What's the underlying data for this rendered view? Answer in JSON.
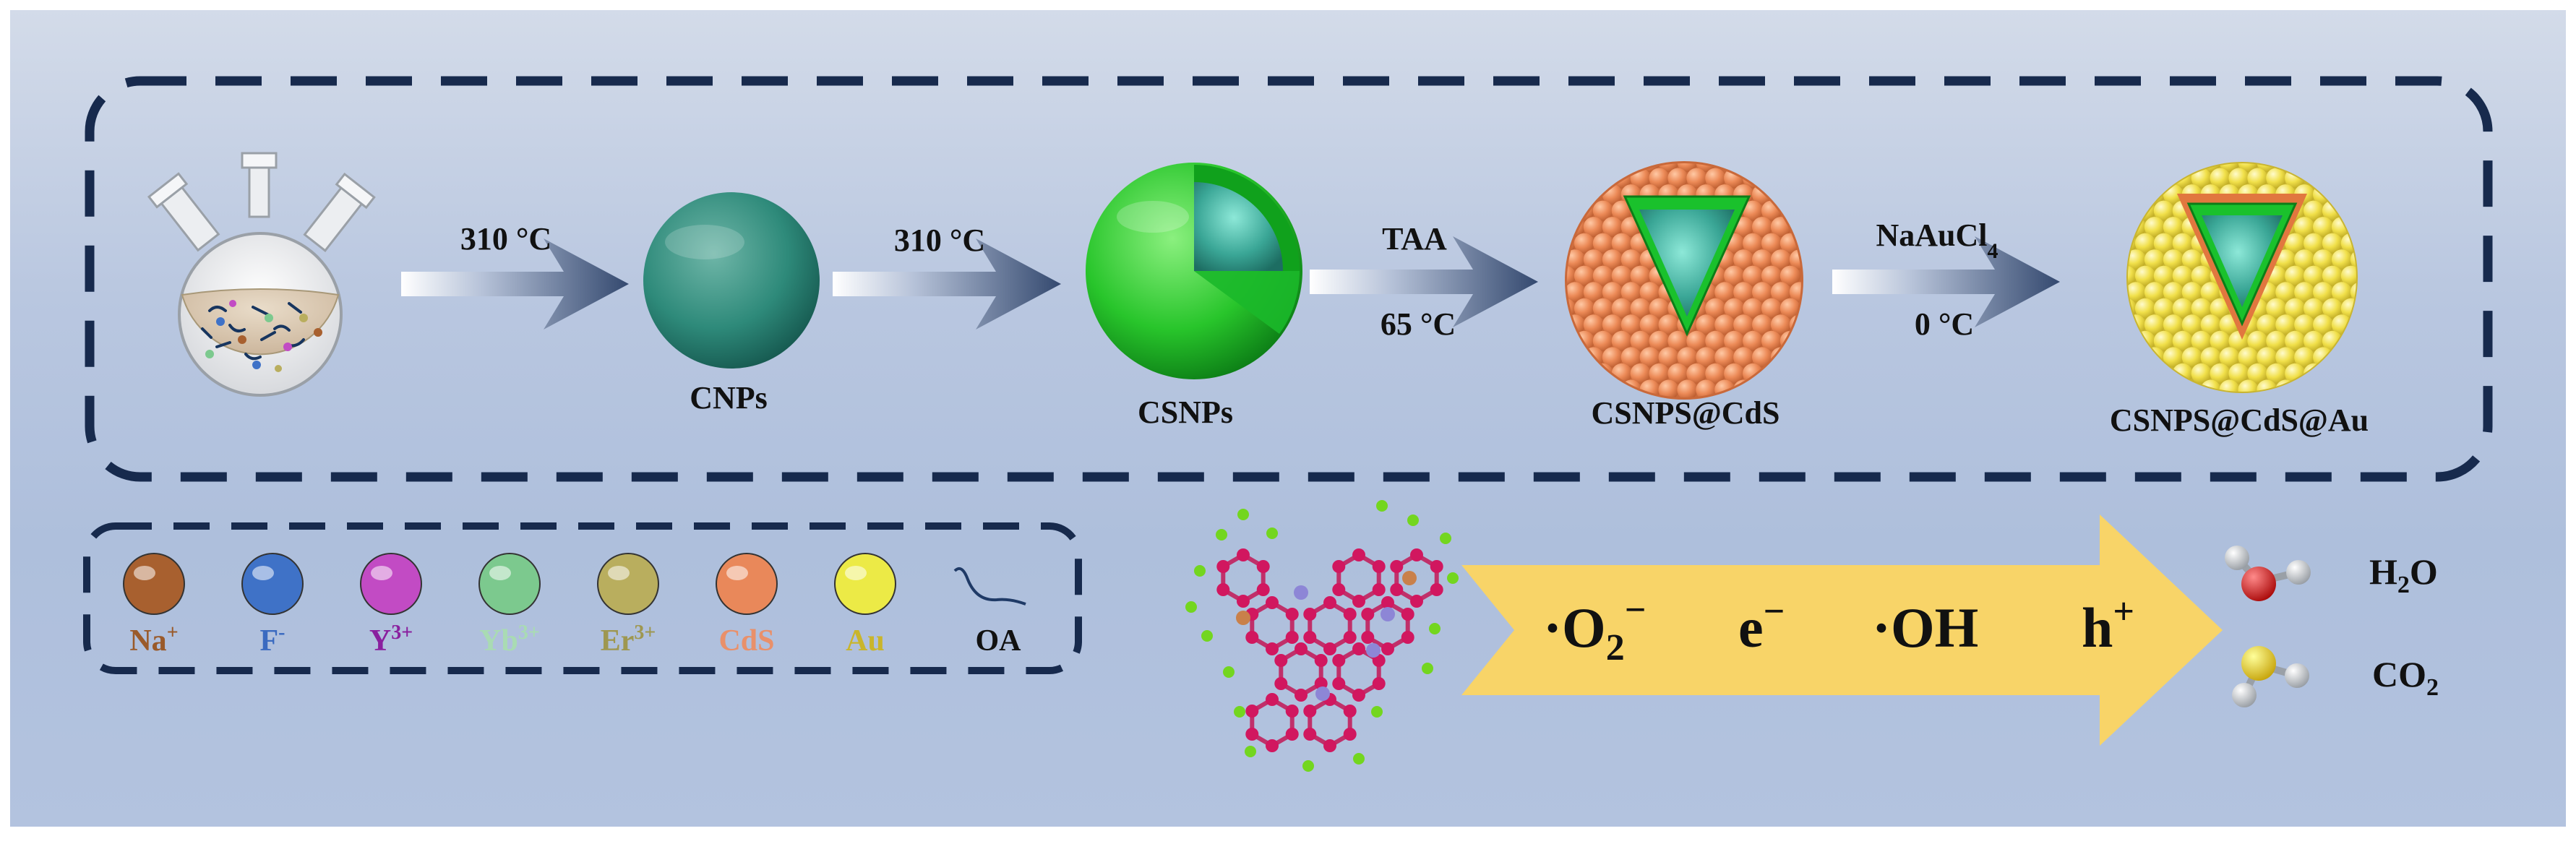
{
  "steps": {
    "arrow1_top": "310 °C",
    "arrow2_top": "310 °C",
    "arrow3_top": "TAA",
    "arrow3_bottom": "65 °C",
    "arrow4_top_main": "NaAuCl",
    "arrow4_top_sub": "4",
    "arrow4_bottom": "0 °C"
  },
  "products": {
    "cnps": "CNPs",
    "csnps": "CSNPs",
    "cdS": "CSNPS@CdS",
    "au": "CSNPS@CdS@Au"
  },
  "legend": {
    "items": [
      {
        "base": "Na",
        "sup": "+",
        "color": "#a8602f",
        "text_color": "#9a5a2a"
      },
      {
        "base": "F",
        "sup": "-",
        "color": "#3f72c7",
        "text_color": "#3a6ac0"
      },
      {
        "base": "Y",
        "sup": "3+",
        "color": "#c24bc4",
        "text_color": "#8a1f9e"
      },
      {
        "base": "Yb",
        "sup": "3+",
        "color": "#7cc98e",
        "text_color": "#a9dbb3"
      },
      {
        "base": "Er",
        "sup": "3+",
        "color": "#b9ae5e",
        "text_color": "#9e9750"
      },
      {
        "base": "CdS",
        "sup": "",
        "color": "#e9885a",
        "text_color": "#e9906a"
      },
      {
        "base": "Au",
        "sup": "",
        "color": "#ecea46",
        "text_color": "#c9b52c"
      },
      {
        "base": "OA",
        "sup": "",
        "color": "#1f3a66",
        "text_color": "#111111"
      }
    ]
  },
  "species": {
    "superoxide_main": "·O",
    "superoxide_sub": "2",
    "superoxide_sup": "−",
    "electron_main": "e",
    "electron_sup": "−",
    "hydroxyl": "·OH",
    "hole_main": "h",
    "hole_sup": "+"
  },
  "molecules": {
    "water_main": "H",
    "water_sub": "2",
    "water_tail": "O",
    "co2_main": "CO",
    "co2_sub": "2"
  },
  "colors": {
    "dashed_frame": "#172a4d",
    "process_arrow": "#3c5378",
    "big_arrow": "#f8d468",
    "cof_node": "#d1175f",
    "cof_h": "#73d61f"
  }
}
